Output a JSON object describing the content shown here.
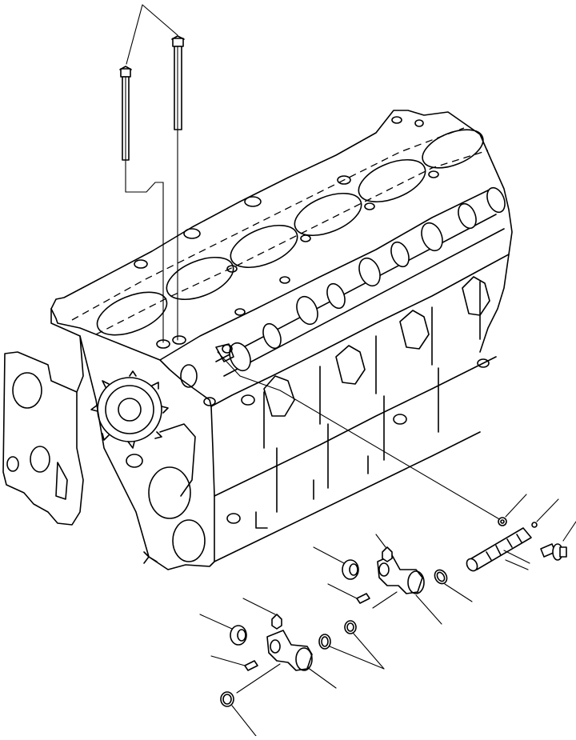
{
  "diagram": {
    "type": "exploded-parts-view",
    "parts": [
      {
        "name": "head-bolt",
        "count": 2
      },
      {
        "name": "camshaft-follower-shaft"
      },
      {
        "name": "plug-ball"
      },
      {
        "name": "bolt-with-washer"
      },
      {
        "name": "o-ring-shaft"
      },
      {
        "name": "rocker-lever-upper"
      },
      {
        "name": "rocker-lever-lower"
      },
      {
        "name": "roller-upper"
      },
      {
        "name": "roller-lower"
      },
      {
        "name": "nut-upper"
      },
      {
        "name": "nut-lower"
      },
      {
        "name": "pin-upper"
      },
      {
        "name": "pin-lower"
      },
      {
        "name": "snap-ring-upper"
      },
      {
        "name": "snap-ring-lower"
      },
      {
        "name": "snap-ring-common"
      }
    ]
  }
}
